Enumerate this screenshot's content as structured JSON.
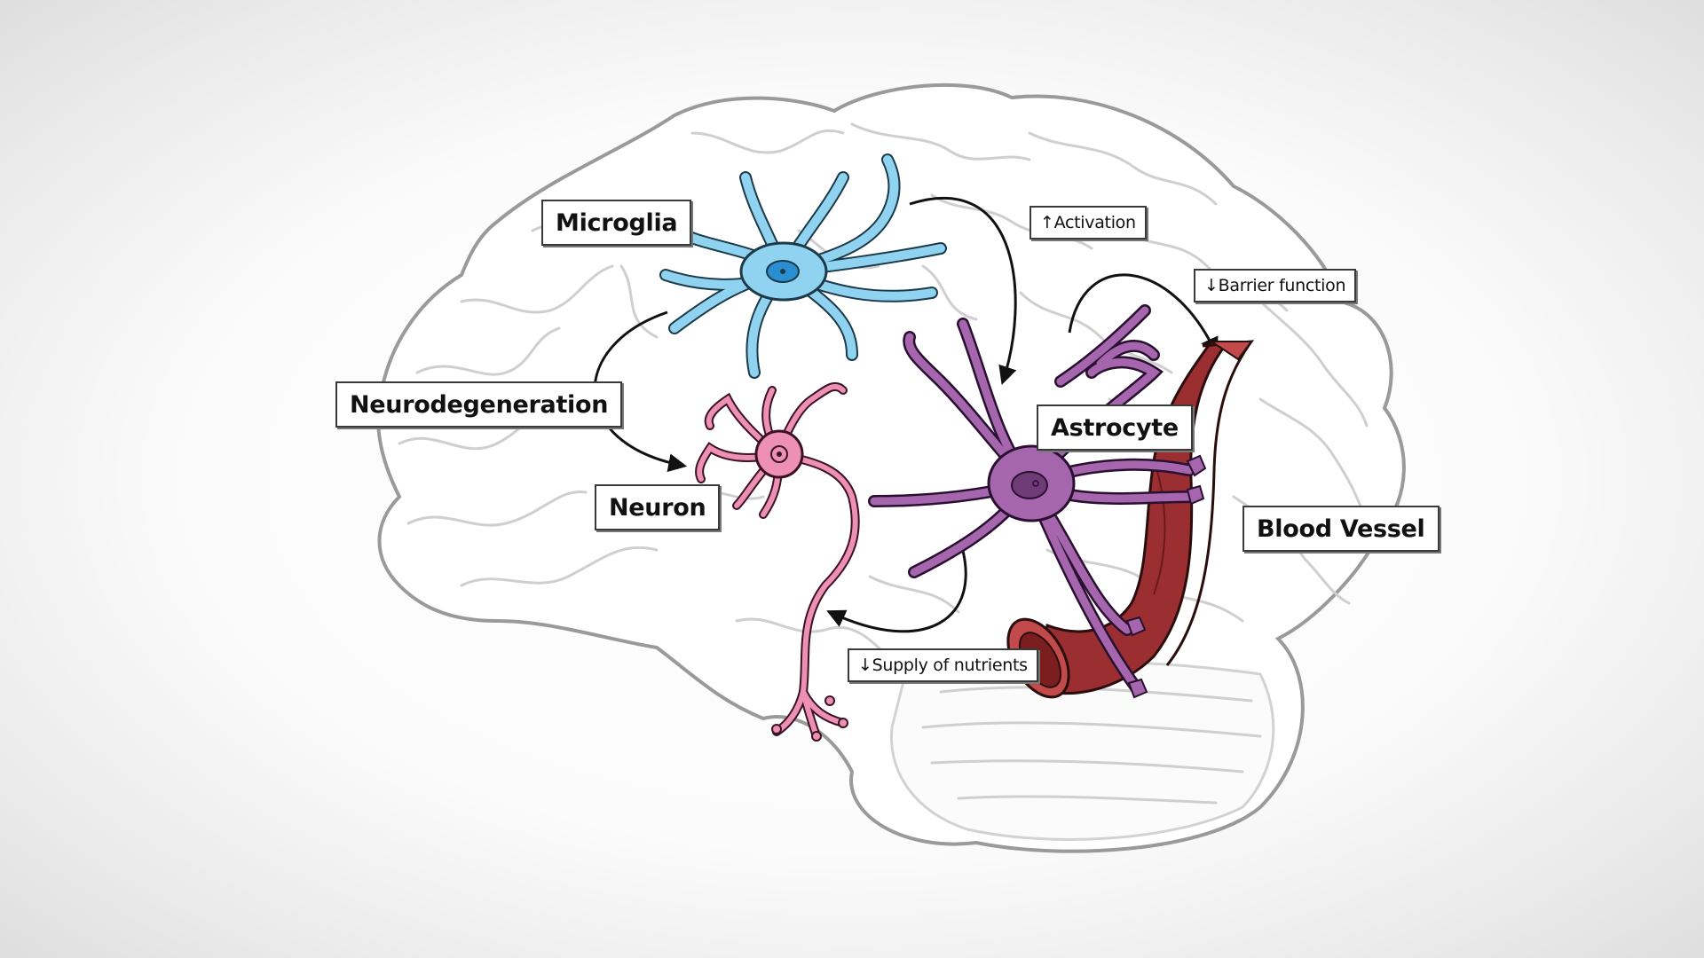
{
  "labels": {
    "microglia": "Microglia",
    "neurodegeneration": "Neurodegeneration",
    "neuron": "Neuron",
    "astrocyte": "Astrocyte",
    "blood_vessel": "Blood Vessel",
    "activation": "↑Activation",
    "barrier_function": "↓Barrier function",
    "supply_of_nutrients": "↓Supply of nutrients"
  },
  "colors": {
    "microglia": "#8fd3f0",
    "neuron": "#ee8fb5",
    "astrocyte": "#a566ae",
    "blood_vessel": "#9a2e30",
    "brain_outline": "#9a9a9a"
  }
}
